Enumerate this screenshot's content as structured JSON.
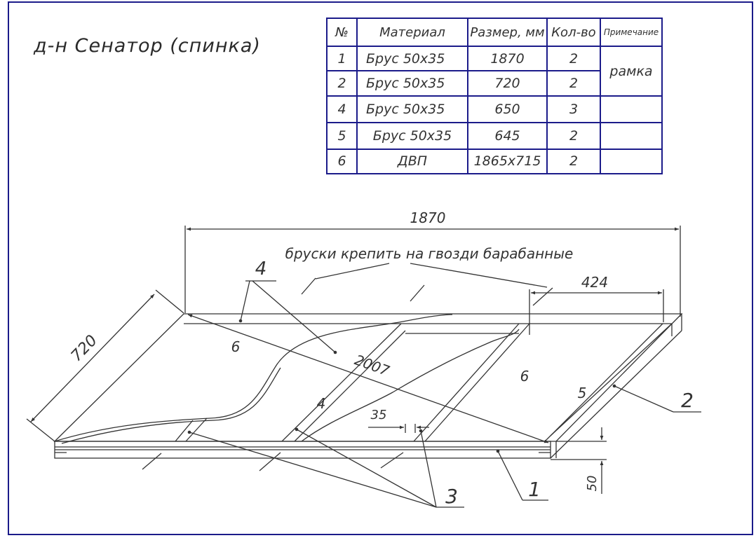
{
  "title": "д-н Сенатор  (спинка)",
  "table": {
    "headers": [
      "№",
      "Материал",
      "Размер, мм",
      "Кол-во",
      "Примечание"
    ],
    "rows": [
      {
        "num": "1",
        "material": "Брус 50х35",
        "size": "1870",
        "qty": "2"
      },
      {
        "num": "2",
        "material": "Брус 50х35",
        "size": "720",
        "qty": "2"
      },
      {
        "num": "4",
        "material": "Брус 50х35",
        "size": "650",
        "qty": "3"
      },
      {
        "num": "5",
        "material": "Брус 50х35",
        "size": "645",
        "qty": "2"
      },
      {
        "num": "6",
        "material": "ДВП",
        "size": "1865х715",
        "qty": "2"
      }
    ],
    "note_frame": "рамка"
  },
  "drawing": {
    "note": "бруски крепить на гвозди барабанные",
    "dims": {
      "length": "1870",
      "width": "720",
      "diagonal": "2007",
      "offset": "424",
      "bar_width": "35",
      "bar_height": "50"
    },
    "labels": {
      "p1": "1",
      "p2": "2",
      "p3": "3",
      "p4": "4",
      "p5": "5",
      "p6a": "6",
      "p6b": "6",
      "p4b": "4"
    }
  },
  "colors": {
    "border": "#1b1b8a",
    "line": "#333333"
  }
}
